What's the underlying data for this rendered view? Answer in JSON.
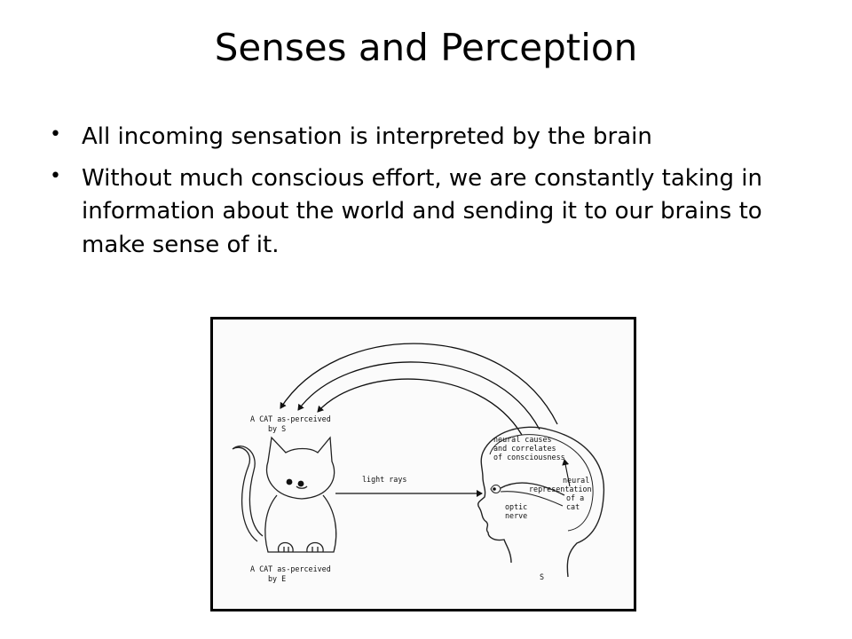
{
  "slide": {
    "title": "Senses and Perception",
    "bullets": [
      "All incoming sensation is interpreted by the brain",
      "Without much conscious effort, we are constantly taking in information about the world and sending it to our brains to make sense of it."
    ]
  },
  "figure": {
    "labels": {
      "cat_as_perceived_s_line1": "A CAT as-perceived",
      "cat_as_perceived_s_line2": "by S",
      "cat_as_perceived_e_line1": "A CAT as-perceived",
      "cat_as_perceived_e_line2": "by E",
      "light_rays": "light rays",
      "neural_causes_line1": "neural causes",
      "neural_causes_line2": "and correlates",
      "neural_causes_line3": "of consciousness",
      "neural_rep_line1": "neural",
      "neural_rep_line2": "representation",
      "neural_rep_line3": "of a",
      "neural_rep_line4": "cat",
      "optic_nerve_line1": "optic",
      "optic_nerve_line2": "nerve",
      "subject": "S"
    }
  }
}
